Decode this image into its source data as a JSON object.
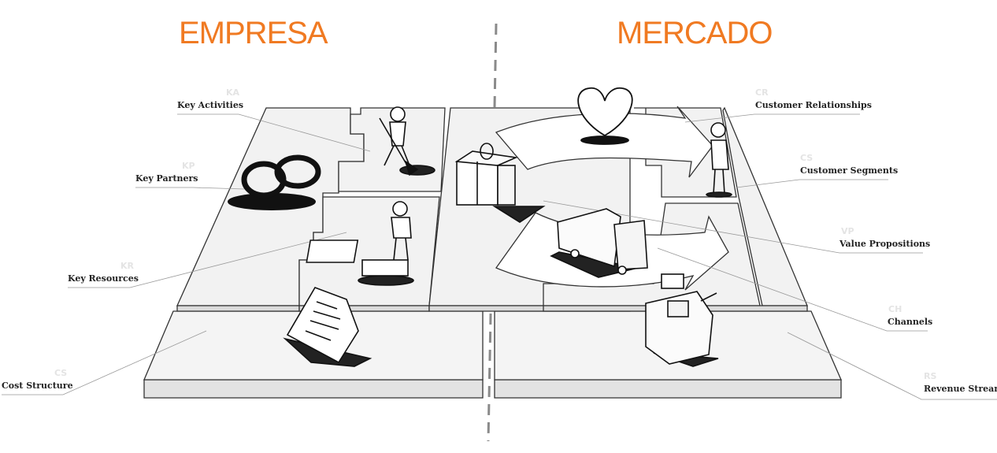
{
  "headings": {
    "left": "EMPRESA",
    "right": "MERCADO"
  },
  "colors": {
    "accent": "#f07a22",
    "ink": "#222222",
    "divider": "#8a8a8a",
    "block_fill": "#f2f2f2"
  },
  "blocks": {
    "key_activities": {
      "code": "KA",
      "label": "Key Activities"
    },
    "key_partners": {
      "code": "KP",
      "label": "Key Partners"
    },
    "key_resources": {
      "code": "KR",
      "label": "Key Resources"
    },
    "cost_structure": {
      "code": "CS",
      "label": "Cost Structure"
    },
    "customer_relationships": {
      "code": "CR",
      "label": "Customer Relationships"
    },
    "customer_segments": {
      "code": "CS",
      "label": "Customer Segments"
    },
    "value_propositions": {
      "code": "VP",
      "label": "Value Propositions"
    },
    "channels": {
      "code": "CH",
      "label": "Channels"
    },
    "revenue_streams": {
      "code": "RS",
      "label": "Revenue Streams"
    }
  },
  "icons": {
    "key_partners": "interlocked-rings-icon",
    "key_activities": "person-digging-icon",
    "key_resources": "person-with-cart-icon",
    "cost_structure": "invoice-paper-icon",
    "value_propositions": "gift-box-icon",
    "customer_relationships": "heart-icon",
    "customer_segments": "standing-person-icon",
    "channels": "delivery-truck-icon",
    "revenue_streams": "cash-register-icon"
  }
}
